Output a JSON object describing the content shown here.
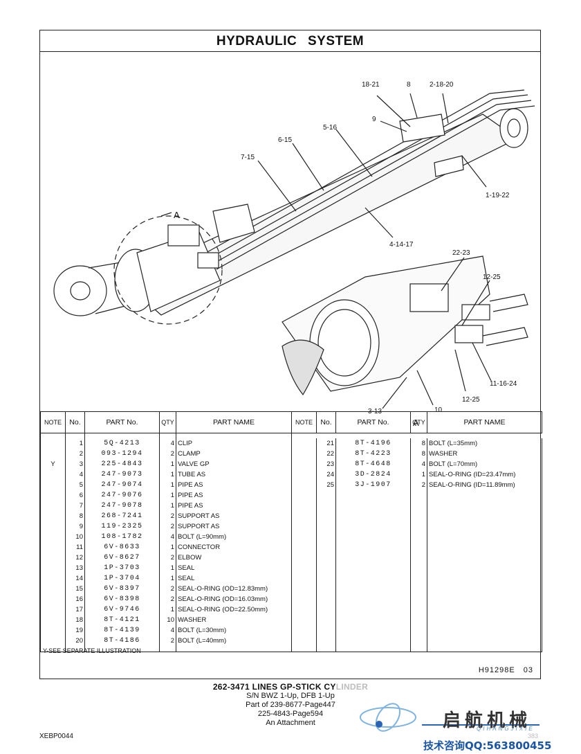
{
  "title": "HYDRAULIC  SYSTEM",
  "callouts": [
    {
      "id": "c1",
      "text": "18-21"
    },
    {
      "id": "c2",
      "text": "8"
    },
    {
      "id": "c3",
      "text": "2-18-20"
    },
    {
      "id": "c4",
      "text": "9"
    },
    {
      "id": "c5",
      "text": "5-16"
    },
    {
      "id": "c6",
      "text": "6-15"
    },
    {
      "id": "c7",
      "text": "7-15"
    },
    {
      "id": "c8",
      "text": "1-19-22"
    },
    {
      "id": "c9",
      "text": "A"
    },
    {
      "id": "c10",
      "text": "4-14-17"
    },
    {
      "id": "c11",
      "text": "22-23"
    },
    {
      "id": "c12",
      "text": "12-25"
    },
    {
      "id": "c13",
      "text": "11-16-24"
    },
    {
      "id": "c14",
      "text": "12-25"
    },
    {
      "id": "c15",
      "text": "10"
    },
    {
      "id": "c16",
      "text": "3-13"
    },
    {
      "id": "c17",
      "text": "A"
    }
  ],
  "table": {
    "headers": {
      "note": "NOTE",
      "no": "No.",
      "part_no": "PART No.",
      "qty": "QTY",
      "part_name": "PART NAME"
    },
    "left_rows": [
      {
        "note": "",
        "no": "1",
        "part_no": "5Q-4213",
        "qty": "4",
        "name": "CLIP"
      },
      {
        "note": "",
        "no": "2",
        "part_no": "093-1294",
        "qty": "2",
        "name": "CLAMP"
      },
      {
        "note": "Y",
        "no": "3",
        "part_no": "225-4843",
        "qty": "1",
        "name": "VALVE GP"
      },
      {
        "note": "",
        "no": "4",
        "part_no": "247-9073",
        "qty": "1",
        "name": "TUBE AS"
      },
      {
        "note": "",
        "no": "5",
        "part_no": "247-9074",
        "qty": "1",
        "name": "PIPE AS"
      },
      {
        "note": "",
        "no": "6",
        "part_no": "247-9076",
        "qty": "1",
        "name": "PIPE AS"
      },
      {
        "note": "",
        "no": "7",
        "part_no": "247-9078",
        "qty": "1",
        "name": "PIPE AS"
      },
      {
        "note": "",
        "no": "8",
        "part_no": "268-7241",
        "qty": "2",
        "name": "SUPPORT AS"
      },
      {
        "note": "",
        "no": "9",
        "part_no": "119-2325",
        "qty": "2",
        "name": "SUPPORT AS"
      },
      {
        "note": "",
        "no": "10",
        "part_no": "108-1782",
        "qty": "4",
        "name": "BOLT (L=90mm)"
      },
      {
        "note": "",
        "no": "11",
        "part_no": "6V-8633",
        "qty": "1",
        "name": "CONNECTOR"
      },
      {
        "note": "",
        "no": "12",
        "part_no": "6V-8627",
        "qty": "2",
        "name": "ELBOW"
      },
      {
        "note": "",
        "no": "13",
        "part_no": "1P-3703",
        "qty": "1",
        "name": "SEAL"
      },
      {
        "note": "",
        "no": "14",
        "part_no": "1P-3704",
        "qty": "1",
        "name": "SEAL"
      },
      {
        "note": "",
        "no": "15",
        "part_no": "6V-8397",
        "qty": "2",
        "name": "SEAL-O-RING (OD=12.83mm)"
      },
      {
        "note": "",
        "no": "16",
        "part_no": "6V-8398",
        "qty": "2",
        "name": "SEAL-O-RING (OD=16.03mm)"
      },
      {
        "note": "",
        "no": "17",
        "part_no": "6V-9746",
        "qty": "1",
        "name": "SEAL-O-RING (OD=22.50mm)"
      },
      {
        "note": "",
        "no": "18",
        "part_no": "8T-4121",
        "qty": "10",
        "name": "WASHER"
      },
      {
        "note": "",
        "no": "19",
        "part_no": "8T-4139",
        "qty": "4",
        "name": "BOLT (L=30mm)"
      },
      {
        "note": "",
        "no": "20",
        "part_no": "8T-4186",
        "qty": "2",
        "name": "BOLT (L=40mm)"
      }
    ],
    "right_rows": [
      {
        "note": "",
        "no": "21",
        "part_no": "8T-4196",
        "qty": "8",
        "name": "BOLT (L=35mm)"
      },
      {
        "note": "",
        "no": "22",
        "part_no": "8T-4223",
        "qty": "8",
        "name": "WASHER"
      },
      {
        "note": "",
        "no": "23",
        "part_no": "8T-4648",
        "qty": "4",
        "name": "BOLT (L=70mm)"
      },
      {
        "note": "",
        "no": "24",
        "part_no": "3D-2824",
        "qty": "1",
        "name": "SEAL-O-RING (ID=23.47mm)"
      },
      {
        "note": "",
        "no": "25",
        "part_no": "3J-1907",
        "qty": "2",
        "name": "SEAL-O-RING (ID=11.89mm)"
      }
    ]
  },
  "footnote": "Y-SEE SEPARATE ILLUSTRATION",
  "illustration_code": "H91298E  03",
  "caption": {
    "line1": "262-3471  LINES GP-STICK CY",
    "line1_faded": "LINDER",
    "line2": "S/N BWZ 1-Up, DFB 1-Up",
    "line3": "Part of 239-8677-Page447",
    "line4": "225-4843-Page594",
    "line5": "An Attachment"
  },
  "page_code": "XEBP0044",
  "watermark": {
    "brand_cn": "启航机械",
    "brand_pinyin": "QIHANGJIXIE",
    "page_number": "383",
    "contact": "技术咨询QQ:563800455"
  }
}
